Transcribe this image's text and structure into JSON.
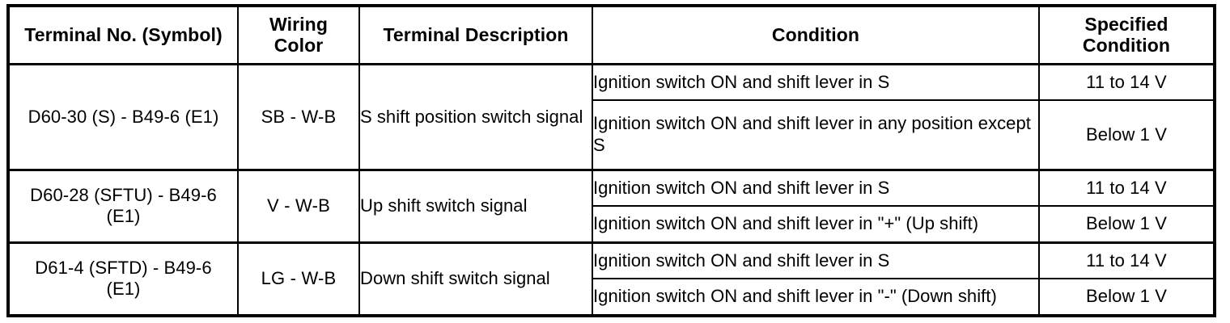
{
  "table": {
    "headers": [
      "Terminal No. (Symbol)",
      "Wiring\nColor",
      "Terminal Description",
      "Condition",
      "Specified\nCondition"
    ],
    "header_wiring_line1": "Wiring",
    "header_wiring_line2": "Color",
    "header_spec_line1": "Specified",
    "header_spec_line2": "Condition",
    "rows": [
      {
        "terminal": "D60-30 (S) - B49-6 (E1)",
        "terminal_line1": "D60-30 (S) - B49-6 (E1)",
        "terminal_line2": "",
        "wiring_color": "SB - W-B",
        "description": "S shift position switch signal",
        "conditions": [
          {
            "condition": "Ignition switch ON and shift lever in S",
            "specified_condition": "11 to 14 V"
          },
          {
            "condition": "Ignition switch ON and shift lever in any position except S",
            "specified_condition": "Below 1 V"
          }
        ]
      },
      {
        "terminal": "D60-28 (SFTU) - B49-6 (E1)",
        "terminal_line1": "D60-28 (SFTU) - B49-6",
        "terminal_line2": "(E1)",
        "wiring_color": "V - W-B",
        "description": "Up shift switch signal",
        "conditions": [
          {
            "condition": "Ignition switch ON and shift lever in S",
            "specified_condition": "11 to 14 V"
          },
          {
            "condition": "Ignition switch ON and shift lever in \"+\" (Up shift)",
            "specified_condition": "Below 1 V"
          }
        ]
      },
      {
        "terminal": "D61-4 (SFTD) - B49-6 (E1)",
        "terminal_line1": "D61-4 (SFTD) - B49-6",
        "terminal_line2": "(E1)",
        "wiring_color": "LG - W-B",
        "description": "Down shift switch signal",
        "conditions": [
          {
            "condition": "Ignition switch ON and shift lever in S",
            "specified_condition": "11 to 14 V"
          },
          {
            "condition": "Ignition switch ON and shift lever in \"-\" (Down shift)",
            "specified_condition": "Below 1 V"
          }
        ]
      }
    ]
  },
  "colors": {
    "border": "#000000",
    "text": "#000000",
    "background": "#ffffff"
  }
}
